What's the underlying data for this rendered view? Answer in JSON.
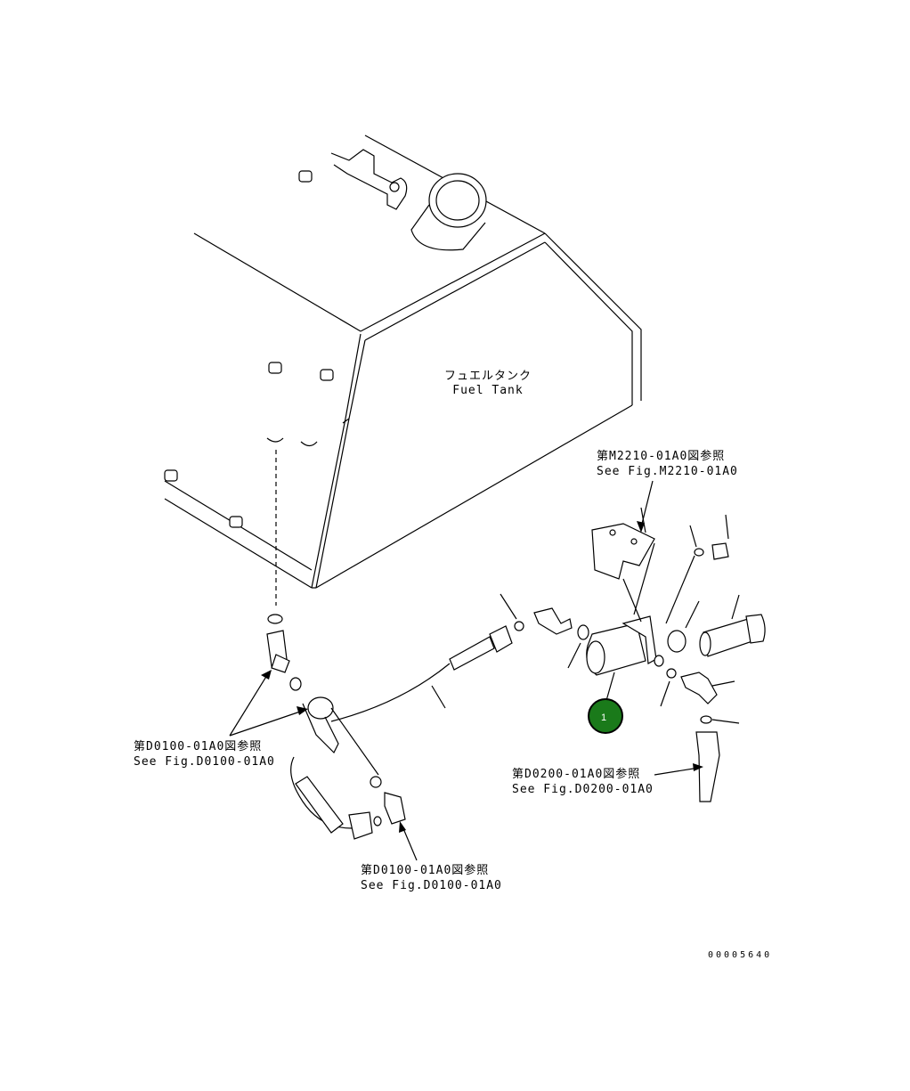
{
  "fuel_tank": {
    "label_jp": "フュエルタンク",
    "label_en": "Fuel Tank"
  },
  "refs": {
    "m2210": {
      "jp": "第M2210-01A0図参照",
      "en": "See Fig.M2210-01A0"
    },
    "d0100_left": {
      "jp": "第D0100-01A0図参照",
      "en": "See Fig.D0100-01A0"
    },
    "d0200": {
      "jp": "第D0200-01A0図参照",
      "en": "See Fig.D0200-01A0"
    },
    "d0100_bottom": {
      "jp": "第D0100-01A0図参照",
      "en": "See Fig.D0100-01A0"
    }
  },
  "callout": {
    "number": "1",
    "color": "#1a7a1a"
  },
  "figure_id": "00005640"
}
